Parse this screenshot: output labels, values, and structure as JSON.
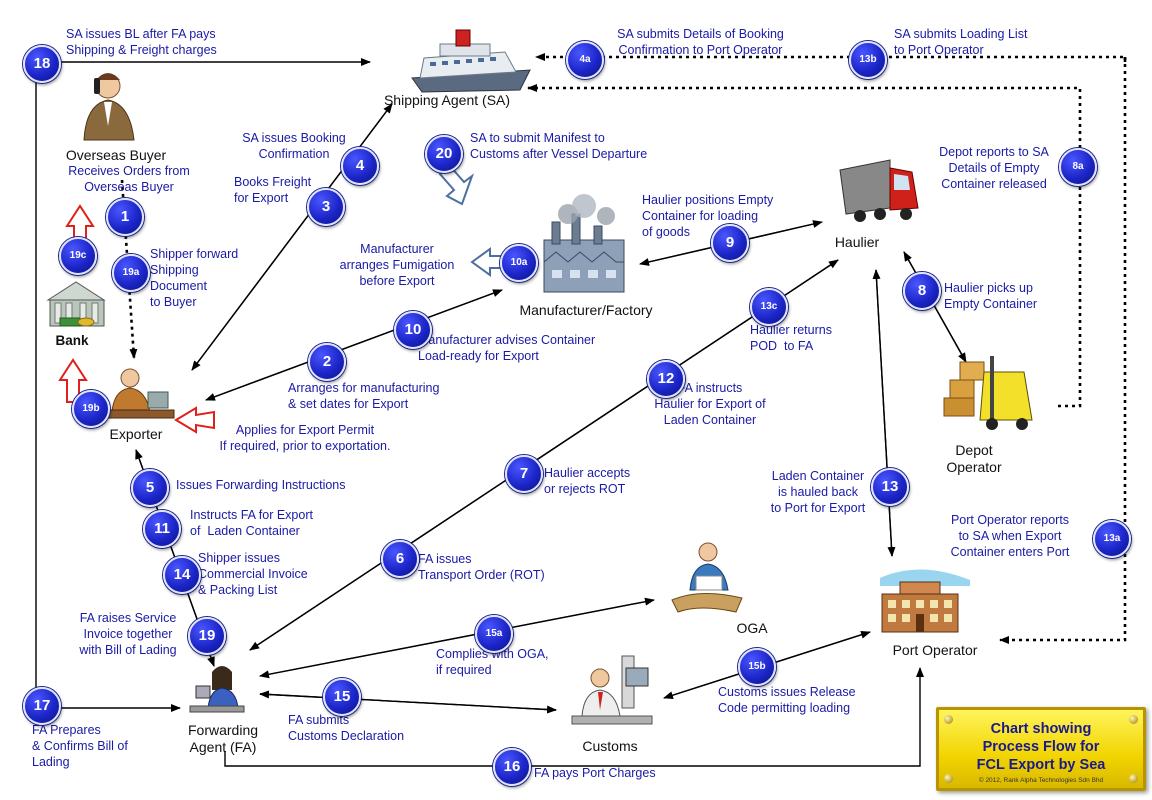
{
  "chart_title": "Chart showing\nProcess Flow for\nFCL Export by Sea",
  "copyright": "© 2012, Rank Alpha Technologies Sdn Bhd",
  "entities": {
    "shipping_agent": "Shipping Agent (SA)",
    "overseas_buyer": "Overseas Buyer",
    "bank": "Bank",
    "exporter": "Exporter",
    "manufacturer": "Manufacturer/Factory",
    "haulier": "Haulier",
    "depot": "Depot\nOperator",
    "oga": "OGA",
    "port_operator": "Port Operator",
    "customs": "Customs",
    "forwarding_agent": "Forwarding\nAgent (FA)"
  },
  "steps": {
    "s1": {
      "num": "1",
      "text": "Receives Orders from\nOverseas Buyer"
    },
    "s2": {
      "num": "2",
      "text": "Arranges for manufacturing\n& set dates for Export"
    },
    "s3": {
      "num": "3",
      "text": "Books Freight\nfor Export"
    },
    "s4": {
      "num": "4",
      "text": "SA issues Booking\nConfirmation"
    },
    "s4a": {
      "num": "4a",
      "text": "SA submits Details of Booking\nConfirmation to Port Operator"
    },
    "s5": {
      "num": "5",
      "text": "Issues Forwarding Instructions"
    },
    "s6": {
      "num": "6",
      "text": "FA issues\nTransport Order (ROT)"
    },
    "s7": {
      "num": "7",
      "text": "Haulier accepts\nor rejects ROT"
    },
    "s8": {
      "num": "8",
      "text": "Haulier picks up\nEmpty Container"
    },
    "s8a": {
      "num": "8a",
      "text": "Depot reports to SA\nDetails of Empty\nContainer released"
    },
    "s9": {
      "num": "9",
      "text": "Haulier positions Empty\nContainer for loading\nof goods"
    },
    "s10": {
      "num": "10",
      "text": "Manufacturer advises Container\nLoad-ready for Export"
    },
    "s10a": {
      "num": "10a",
      "text": "Manufacturer\narranges Fumigation\nbefore Export"
    },
    "s11": {
      "num": "11",
      "text": "Instructs FA for Export\nof  Laden Container"
    },
    "s12": {
      "num": "12",
      "text": "FA instructs\nHaulier for Export of\nLaden Container"
    },
    "s13": {
      "num": "13",
      "text": "Laden Container\nis hauled back\nto Port for Export"
    },
    "s13a": {
      "num": "13a",
      "text": "Port Operator reports\nto SA when Export\nContainer enters Port"
    },
    "s13b": {
      "num": "13b",
      "text": "SA submits Loading List\nto Port Operator"
    },
    "s13c": {
      "num": "13c",
      "text": "Haulier returns\nPOD  to FA"
    },
    "s14": {
      "num": "14",
      "text": "Shipper issues\nCommercial Invoice\n& Packing List"
    },
    "s15": {
      "num": "15",
      "text": "FA submits\nCustoms Declaration"
    },
    "s15a": {
      "num": "15a",
      "text": "Complies with OGA,\nif required"
    },
    "s15b": {
      "num": "15b",
      "text": "Customs issues Release\nCode permitting loading"
    },
    "s16": {
      "num": "16",
      "text": "FA pays Port Charges"
    },
    "s17": {
      "num": "17",
      "text": "FA Prepares\n& Confirms Bill of\nLading"
    },
    "s18": {
      "num": "18",
      "text": "SA issues BL after FA pays\nShipping & Freight charges"
    },
    "s19": {
      "num": "19",
      "text": "FA raises Service\nInvoice together\nwith Bill of Lading"
    },
    "s19a": {
      "num": "19a",
      "text": "Shipper forward\nShipping\nDocument\nto Buyer"
    },
    "s19b": {
      "num": "19b",
      "text": ""
    },
    "s19c": {
      "num": "19c",
      "text": ""
    },
    "s20": {
      "num": "20",
      "text": "SA to submit Manifest to\nCustoms after Vessel Departure"
    },
    "permit": {
      "text": "Applies for Export Permit\nIf required, prior to exportation."
    }
  },
  "colors": {
    "label_text": "#1a1aa6",
    "badge_fill": "#1c26c9",
    "title_box": "#f2d400",
    "title_text": "#1a1a8c",
    "hollow_arrow_red": "#e0201a",
    "hollow_arrow_blue": "#4b6f9e"
  },
  "icons": [
    "ship-icon",
    "businessman-phone-icon",
    "bank-building-icon",
    "worker-at-desk-icon",
    "factory-icon",
    "truck-icon",
    "forklift-icon",
    "reader-icon",
    "port-building-icon",
    "computer-user-icon",
    "woman-at-computer-icon"
  ]
}
